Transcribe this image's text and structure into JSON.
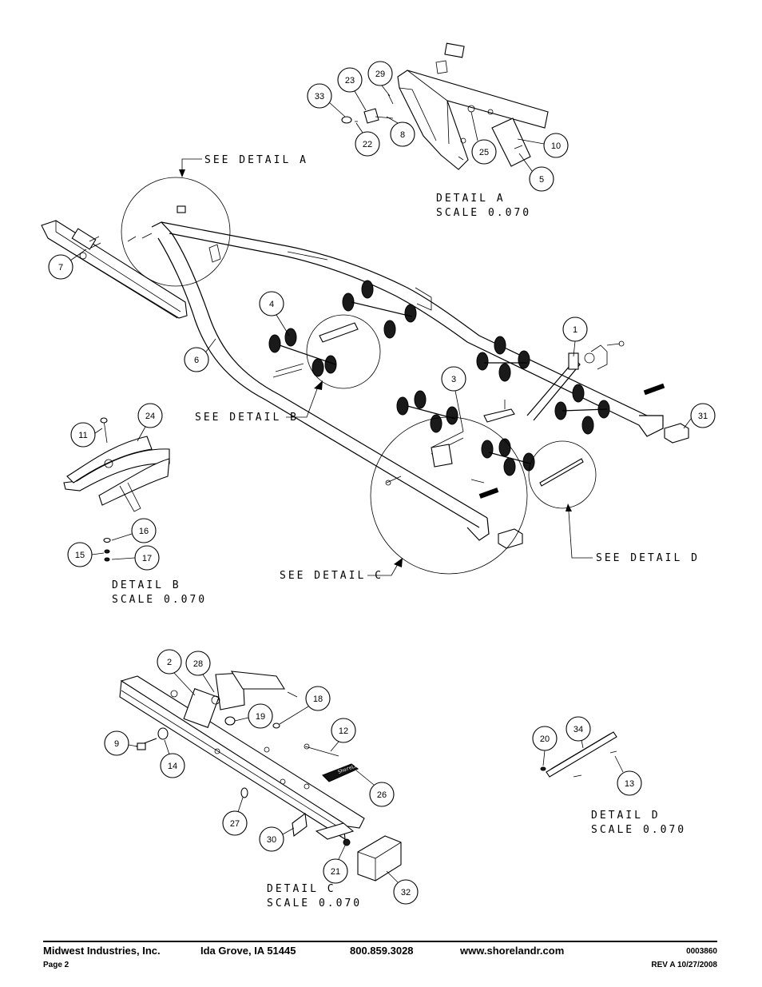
{
  "callouts": [
    {
      "id": "c1",
      "text": "1"
    },
    {
      "id": "c2",
      "text": "2"
    },
    {
      "id": "c3",
      "text": "3"
    },
    {
      "id": "c4",
      "text": "4"
    },
    {
      "id": "c5",
      "text": "5"
    },
    {
      "id": "c6",
      "text": "6"
    },
    {
      "id": "c7",
      "text": "7"
    },
    {
      "id": "c8",
      "text": "8"
    },
    {
      "id": "c9",
      "text": "9"
    },
    {
      "id": "c10",
      "text": "10"
    },
    {
      "id": "c11",
      "text": "11"
    },
    {
      "id": "c12",
      "text": "12"
    },
    {
      "id": "c13",
      "text": "13"
    },
    {
      "id": "c14",
      "text": "14"
    },
    {
      "id": "c15",
      "text": "15"
    },
    {
      "id": "c16",
      "text": "16"
    },
    {
      "id": "c17",
      "text": "17"
    },
    {
      "id": "c18",
      "text": "18"
    },
    {
      "id": "c19",
      "text": "19"
    },
    {
      "id": "c20",
      "text": "20"
    },
    {
      "id": "c21",
      "text": "21"
    },
    {
      "id": "c22",
      "text": "22"
    },
    {
      "id": "c23",
      "text": "23"
    },
    {
      "id": "c24",
      "text": "24"
    },
    {
      "id": "c25",
      "text": "25"
    },
    {
      "id": "c26",
      "text": "26"
    },
    {
      "id": "c27",
      "text": "27"
    },
    {
      "id": "c28",
      "text": "28"
    },
    {
      "id": "c29",
      "text": "29"
    },
    {
      "id": "c30",
      "text": "30"
    },
    {
      "id": "c31",
      "text": "31"
    },
    {
      "id": "c32",
      "text": "32"
    },
    {
      "id": "c33",
      "text": "33"
    },
    {
      "id": "c34",
      "text": "34"
    }
  ],
  "labels": {
    "see_detail_a": "SEE DETAIL  A",
    "see_detail_b": "SEE DETAIL  B",
    "see_detail_c": "SEE DETAIL  C",
    "see_detail_d": "SEE DETAIL  D",
    "detail_a": "DETAIL  A",
    "detail_b": "DETAIL  B",
    "detail_c": "DETAIL  C",
    "detail_d": "DETAIL  D",
    "scale": "SCALE  0.070",
    "decal_text": "ShoreLandr"
  },
  "footer": {
    "company": "Midwest Industries, Inc.",
    "city": "Ida Grove, IA  51445",
    "phone": "800.859.3028",
    "website": "www.shorelandr.com",
    "doc_number": "0003860",
    "page": "Page 2",
    "revision": "REV A  10/27/2008"
  }
}
